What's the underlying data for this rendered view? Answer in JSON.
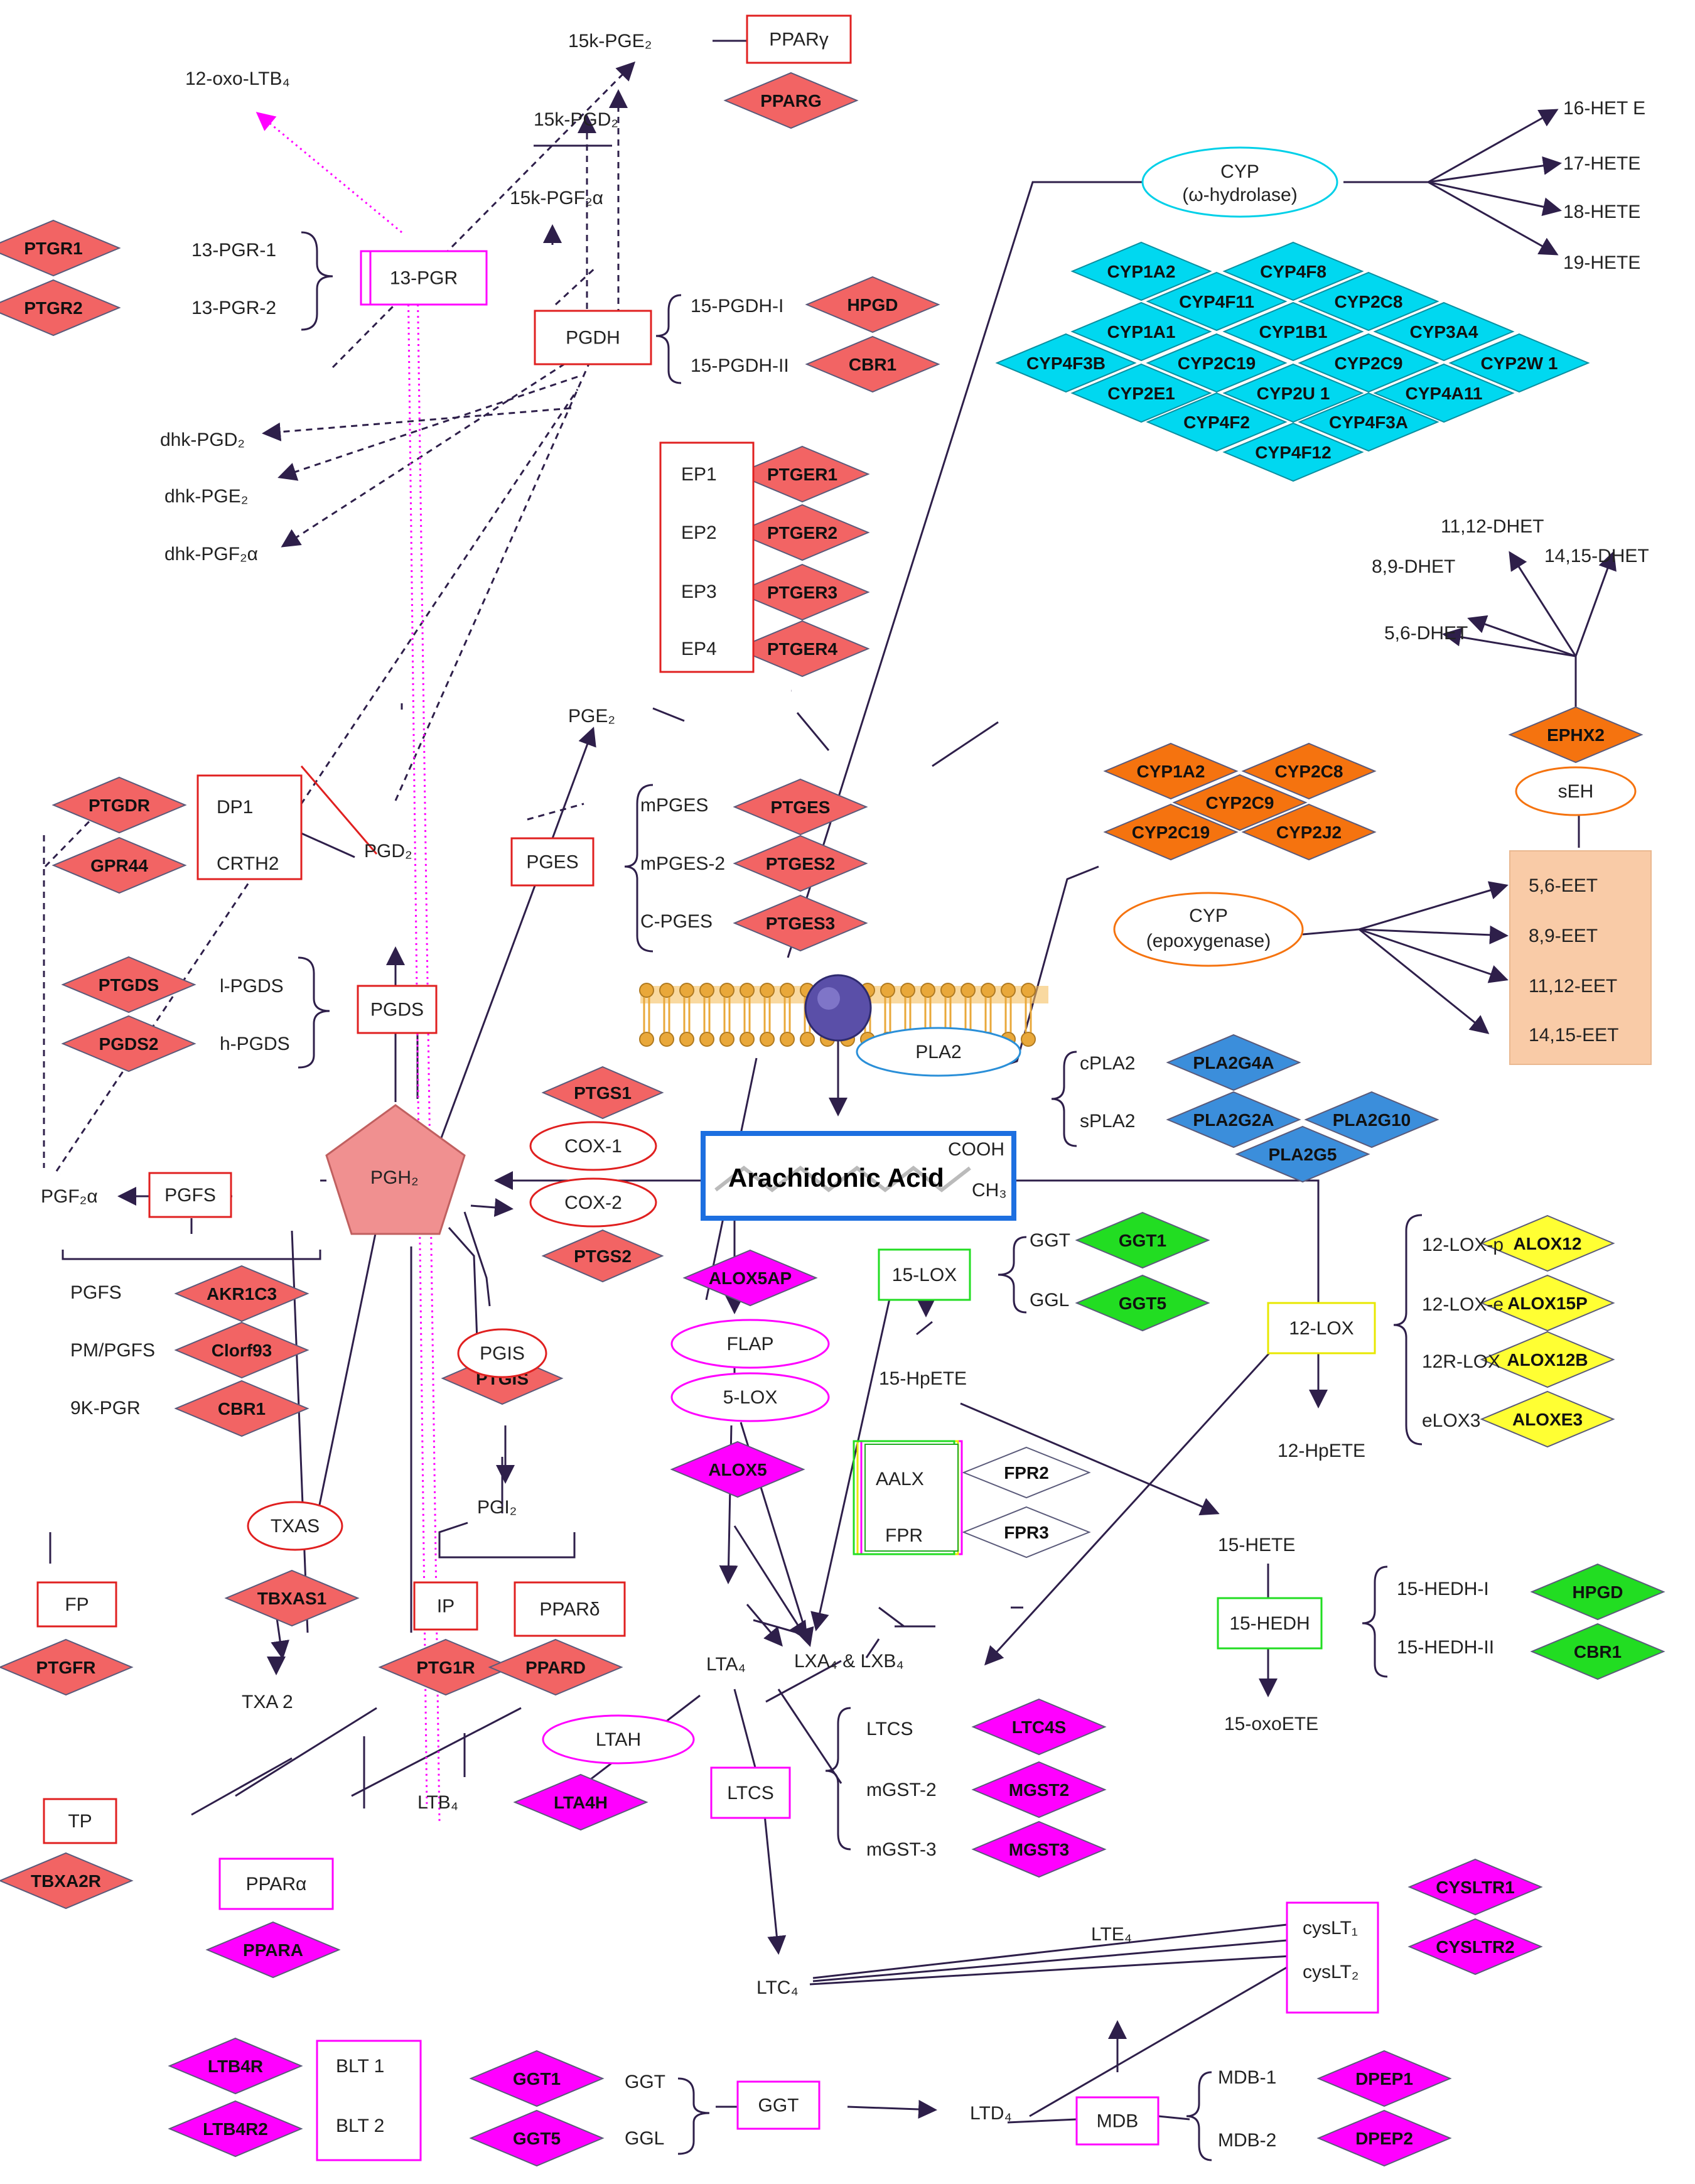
{
  "labels": {
    "oxo_ltb4": "12-oxo-LTB₄",
    "k15_pge2": "15k-PGE₂",
    "k15_pgd2": "15k-PGD₂",
    "k15_pgf2a": "15k-PGF₂α",
    "pgr13_1": "13-PGR-1",
    "pgr13_2": "13-PGR-2",
    "pgr13": "13-PGR",
    "pgdh": "PGDH",
    "pgdh15_1": "15-PGDH-I",
    "pgdh15_2": "15-PGDH-II",
    "dhk_pgd2": "dhk-PGD₂",
    "dhk_pge2": "dhk-PGE₂",
    "dhk_pgf2a": "dhk-PGF₂α",
    "ep1": "EP1",
    "ep2": "EP2",
    "ep3": "EP3",
    "ep4": "EP4",
    "pge2": "PGE₂",
    "dp1": "DP1",
    "crth2": "CRTH2",
    "pgd2": "PGD₂",
    "pges": "PGES",
    "mpges": "mPGES",
    "mpges2": "mPGES-2",
    "cpges": "C-PGES",
    "lpgds": "l-PGDS",
    "hpgds": "h-PGDS",
    "pgds": "PGDS",
    "pgf2a": "PGF₂α",
    "pgfs": "PGFS",
    "pgh2": "PGH₂",
    "cox1": "COX-1",
    "cox2": "COX-2",
    "pgfs_l": "PGFS",
    "pmpgfs": "PM/PGFS",
    "k9pgr": "9K-PGR",
    "pgis": "PGIS",
    "pgi2": "PGI₂",
    "txas": "TXAS",
    "fp": "FP",
    "ip": "IP",
    "ppard_l": "PPARδ",
    "txa2": "TXA 2",
    "tp": "TP",
    "ppara_l": "PPARα",
    "ltb4": "LTB₄",
    "ltah": "LTAH",
    "blt1": "BLT 1",
    "blt2": "BLT 2",
    "arachidonic": "Arachidonic Acid",
    "cooh": "COOH",
    "ch3": "CH₃",
    "flap": "FLAP",
    "lox5": "5-LOX",
    "lox15": "15-LOX",
    "ggt": "GGT",
    "ggl": "GGL",
    "hpete15": "15-HpETE",
    "aalx": "AALX",
    "fpr": "FPR",
    "hete15": "15-HETE",
    "hedh15": "15-HEDH",
    "hedh15_1": "15-HEDH-I",
    "hedh15_2": "15-HEDH-II",
    "oxoete15": "15-oxoETE",
    "lta4": "LTA₄",
    "lxa4": "LXA₄ & LXB₄",
    "ltcs": "LTCS",
    "ltcs_l": "LTCS",
    "mgst2_l": "mGST-2",
    "mgst3_l": "mGST-3",
    "ltc4": "LTC₄",
    "lte4": "LTE₄",
    "ltd4": "LTD₄",
    "cyslt1": "cysLT₁",
    "cyslt2": "cysLT₂",
    "ggt_box": "GGT",
    "ggt_l": "GGT",
    "ggl_l": "GGL",
    "mdb": "MDB",
    "mdb1": "MDB-1",
    "mdb2": "MDB-2",
    "lox12": "12-LOX",
    "hpete12": "12-HpETE",
    "lox12p": "12-LOX-p",
    "lox12e": "12-LOX-e",
    "lox12r": "12R-LOX",
    "elox3": "eLOX3",
    "pla2": "PLA2",
    "cpla2": "cPLA2",
    "spla2": "sPLA2",
    "cyp_w": "CYP",
    "cyp_w2": "(ω-hydrolase)",
    "hete16": "16-HET E",
    "hete17": "17-HETE",
    "hete18": "18-HETE",
    "hete19": "19-HETE",
    "cyp_e": "CYP",
    "cyp_e2": "(epoxygenase)",
    "eet56": "5,6-EET",
    "eet89": "8,9-EET",
    "eet1112": "11,12-EET",
    "eet1415": "14,15-EET",
    "seh": "sEH",
    "dhet56": "5,6-DHET",
    "dhet89": "8,9-DHET",
    "dhet1112": "11,12-DHET",
    "dhet1415": "14,15-DHET",
    "ppary_l": "PPARγ"
  },
  "genes": {
    "pparg": "PPARG",
    "ptgr1": "PTGR1",
    "ptgr2": "PTGR2",
    "hpgd": "HPGD",
    "cbr1": "CBR1",
    "ptger1": "PTGER1",
    "ptger2": "PTGER2",
    "ptger3": "PTGER3",
    "ptger4": "PTGER4",
    "ptgdr": "PTGDR",
    "gpr44": "GPR44",
    "ptges": "PTGES",
    "ptges2": "PTGES2",
    "ptges3": "PTGES3",
    "ptgds": "PTGDS",
    "pgds2": "PGDS2",
    "ptgs1": "PTGS1",
    "ptgs2": "PTGS2",
    "akr1c3": "AKR1C3",
    "clorf93": "Clorf93",
    "cbr1b": "CBR1",
    "ptgis": "PTGIS",
    "tbxas1": "TBXAS1",
    "ptgfr": "PTGFR",
    "ptg1r": "PTG1R",
    "ppard": "PPARD",
    "tbxa2r": "TBXA2R",
    "ppara": "PPARA",
    "lta4h": "LTA4H",
    "ltb4r": "LTB4R",
    "ltb4r2": "LTB4R2",
    "alox5ap": "ALOX5AP",
    "alox5": "ALOX5",
    "ggt1": "GGT1",
    "ggt5": "GGT5",
    "fpr2": "FPR2",
    "fpr3": "FPR3",
    "hpgd2": "HPGD",
    "cbr1c": "CBR1",
    "ltc4s": "LTC4S",
    "mgst2": "MGST2",
    "mgst3": "MGST3",
    "cysltr1": "CYSLTR1",
    "cysltr2": "CYSLTR2",
    "ggt1b": "GGT1",
    "ggt5b": "GGT5",
    "dpep1": "DPEP1",
    "dpep2": "DPEP2",
    "alox12": "ALOX12",
    "alox15p": "ALOX15P",
    "alox12b": "ALOX12B",
    "aloxe3": "ALOXE3",
    "pla2g4a": "PLA2G4A",
    "pla2g2a": "PLA2G2A",
    "pla2g10": "PLA2G10",
    "pla2g5": "PLA2G5",
    "ephx2": "EPHX2",
    "cyp1a2o": "CYP1A2",
    "cyp2c8o": "CYP2C8",
    "cyp2c9o": "CYP2C9",
    "cyp2c19o": "CYP2C19",
    "cyp2j2o": "CYP2J2",
    "cyp1a2": "CYP1A2",
    "cyp4f8": "CYP4F8",
    "cyp4f11": "CYP4F11",
    "cyp2c8": "CYP2C8",
    "cyp1a1": "CYP1A1",
    "cyp1b1": "CYP1B1",
    "cyp3a4": "CYP3A4",
    "cyp4f3b": "CYP4F3B",
    "cyp2c19": "CYP2C19",
    "cyp2c9": "CYP2C9",
    "cyp2w1": "CYP2W 1",
    "cyp2e1": "CYP2E1",
    "cyp2u1": "CYP2U 1",
    "cyp4a11": "CYP4A11",
    "cyp4f2": "CYP4F2",
    "cyp4f3a": "CYP4F3A",
    "cyp4f12": "CYP4F12"
  },
  "colors": {
    "prostanoid": "#F26464",
    "leukotriene": "#FF00FF",
    "lox15": "#22DD22",
    "lox12": "#FFFF33",
    "pla2": "#3B8EDB",
    "cyp_epoxy": "#F5730F",
    "cyp_omega": "#00D8F0",
    "eet_box": "#F9CBA7",
    "pentagon": "#F09090",
    "line": "#2E1F4A"
  }
}
